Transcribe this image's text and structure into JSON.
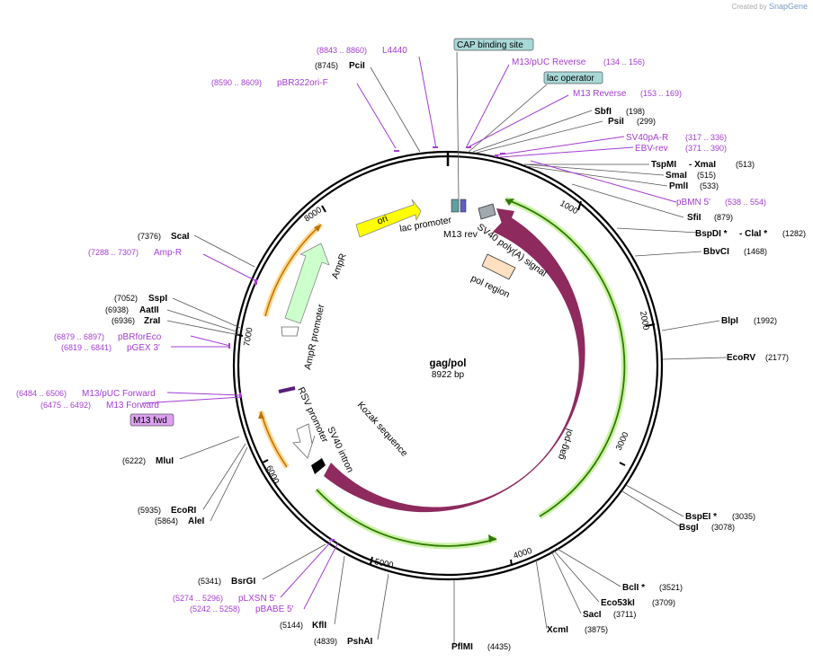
{
  "credit": {
    "prefix": "Created by",
    "brand": "SnapGene"
  },
  "plasmid": {
    "name": "gag/pol",
    "length": "8922 bp"
  },
  "ticks": [
    "1000",
    "2000",
    "3000",
    "4000",
    "5000",
    "6000",
    "7000",
    "8000"
  ],
  "enzymes": [
    {
      "name": "SbfI",
      "pos": "(198)"
    },
    {
      "name": "PsiI",
      "pos": "(299)"
    },
    {
      "name": "TspMI",
      "sep": "- XmaI",
      "pos": "(513)"
    },
    {
      "name": "SmaI",
      "pos": "(515)"
    },
    {
      "name": "PmlI",
      "pos": "(533)"
    },
    {
      "name": "SfiI",
      "pos": "(879)"
    },
    {
      "name": "BspDI *",
      "sep": "- ClaI *",
      "pos": "(1282)"
    },
    {
      "name": "BbvCI",
      "pos": "(1468)"
    },
    {
      "name": "BlpI",
      "pos": "(1992)"
    },
    {
      "name": "EcoRV",
      "pos": "(2177)"
    },
    {
      "name": "BspEI *",
      "pos": "(3035)"
    },
    {
      "name": "BsgI",
      "pos": "(3078)"
    },
    {
      "name": "BclI *",
      "pos": "(3521)"
    },
    {
      "name": "Eco53kI",
      "pos": "(3709)"
    },
    {
      "name": "SacI",
      "pos": "(3711)"
    },
    {
      "name": "XcmI",
      "pos": "(3875)"
    },
    {
      "name": "PflMI",
      "pos": "(4435)"
    },
    {
      "name": "PshAI",
      "pos": "(4839)"
    },
    {
      "name": "KflI",
      "pos": "(5144)"
    },
    {
      "name": "BsrGI",
      "pos": "(5341)"
    },
    {
      "name": "AleI",
      "pos": "(5864)"
    },
    {
      "name": "EcoRI",
      "pos": "(5935)"
    },
    {
      "name": "MluI",
      "pos": "(6222)"
    },
    {
      "name": "ZraI",
      "pos": "(6936)"
    },
    {
      "name": "AatII",
      "pos": "(6938)"
    },
    {
      "name": "SspI",
      "pos": "(7052)"
    },
    {
      "name": "ScaI",
      "pos": "(7376)"
    },
    {
      "name": "PciI",
      "pos": "(8745)"
    }
  ],
  "primers": [
    {
      "name": "L4440",
      "pos": "(8843 .. 8860)"
    },
    {
      "name": "pBR322ori-F",
      "pos": "(8590 .. 8609)"
    },
    {
      "name": "M13/pUC Reverse",
      "pos": "(134 .. 156)"
    },
    {
      "name": "M13 Reverse",
      "pos": "(153 .. 169)"
    },
    {
      "name": "SV40pA-R",
      "pos": "(317 .. 336)"
    },
    {
      "name": "EBV-rev",
      "pos": "(371 .. 390)"
    },
    {
      "name": "pBMN 5'",
      "pos": "(538 .. 554)"
    },
    {
      "name": "Amp-R",
      "pos": "(7288 .. 7307)"
    },
    {
      "name": "pBRforEco",
      "pos": "(6879 .. 6897)"
    },
    {
      "name": "pGEX 3'",
      "pos": "(6819 .. 6841)"
    },
    {
      "name": "M13/pUC Forward",
      "pos": "(6484 .. 6506)"
    },
    {
      "name": "M13 Forward",
      "pos": "(6475 .. 6492)"
    },
    {
      "name": "pLXSN 5'",
      "pos": "(5274 .. 5296)"
    },
    {
      "name": "pBABE 5'",
      "pos": "(5242 .. 5258)"
    }
  ],
  "boxed_labels": [
    "CAP binding site",
    "lac operator",
    "M13 fwd"
  ],
  "features": [
    "ori",
    "AmpR",
    "AmpR promoter",
    "lac promoter",
    "M13 rev",
    "SV40 poly(A) signal",
    "pol region",
    "gag-pol",
    "RSV promoter",
    "SV40 intron",
    "Kozak sequence"
  ],
  "colors": {
    "backbone": "#000000",
    "gagpol": "#8e2a5e",
    "orf_glow": "#99dd55",
    "orf_dark": "#2d7a00",
    "ori": "#ffff00",
    "ampr": "#ccffcc",
    "pol_region": "#ffe0c0",
    "primer": "#a43cd4",
    "cap_box": "#a8d8d8",
    "m13fwd_box": "#dca0f0"
  }
}
